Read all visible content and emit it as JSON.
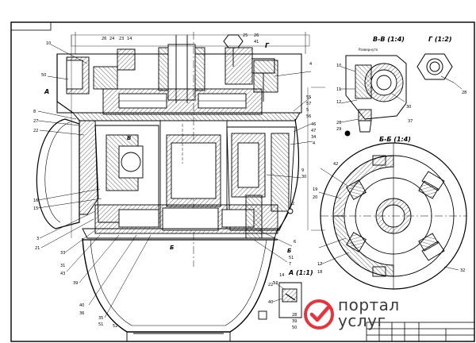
{
  "views": {
    "section_vv": "В-В (1:4)",
    "view_g": "Г (1:2)",
    "section_bb": "Б-Б (1:4)",
    "view_a": "А (1:1)",
    "note_rotated": "Развернуто"
  },
  "markers": {
    "cut_g": "Г",
    "cut_a": "А",
    "cut_v": "В",
    "cut_b": "Б",
    "cut_b_right": "Б"
  },
  "callouts_left": [
    "10",
    "50",
    "8",
    "27",
    "22",
    "16",
    "15",
    "3",
    "21",
    "33",
    "31",
    "43",
    "39",
    "40",
    "36",
    "35",
    "51",
    "52"
  ],
  "callouts_top": [
    "26",
    "24",
    "23",
    "14",
    "25",
    "4",
    "55",
    "57",
    "5",
    "56"
  ],
  "callouts_right": [
    "26",
    "41",
    "46",
    "47",
    "34",
    "4",
    "9",
    "30",
    "2",
    "6",
    "51",
    "7",
    "14",
    "13"
  ],
  "callouts_section": [
    "10",
    "11",
    "12",
    "28",
    "29",
    "30",
    "37",
    "42",
    "19",
    "20",
    "17",
    "18",
    "32"
  ],
  "callouts_bottom": [
    "22",
    "40",
    "28",
    "39",
    "50"
  ],
  "watermark": {
    "line1": "портал",
    "line2": "услуг",
    "logo_color": "#e8323c"
  },
  "colors": {
    "line": "#000000",
    "background": "#ffffff"
  }
}
